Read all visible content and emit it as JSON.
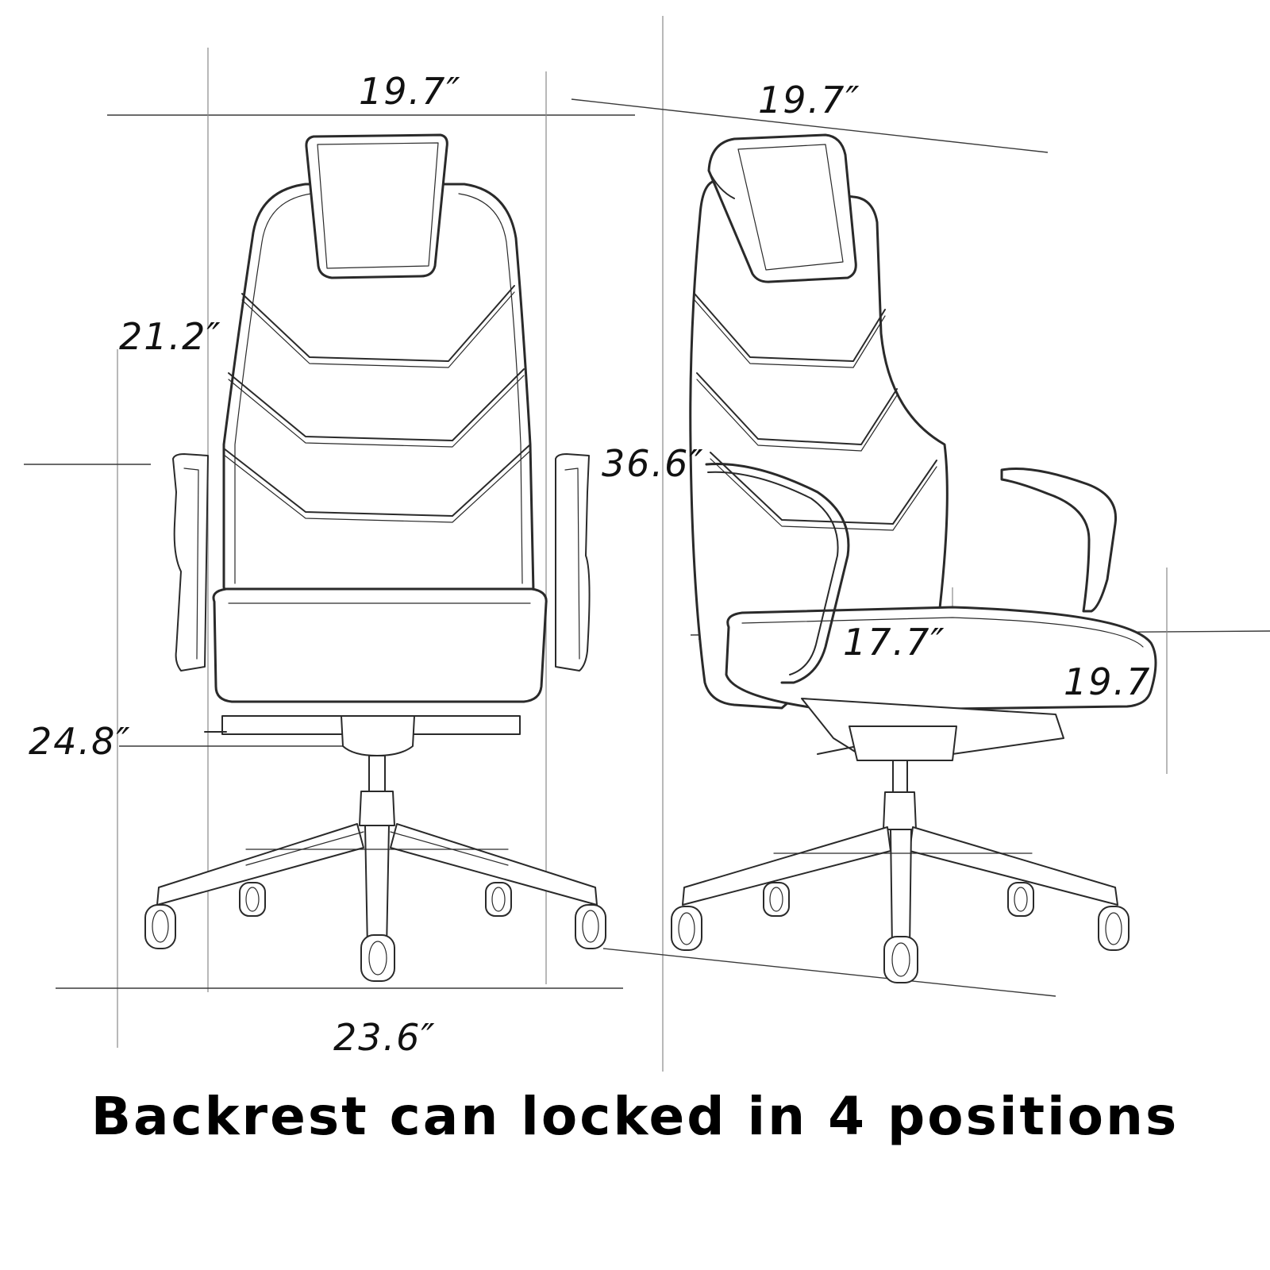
{
  "dimensions": {
    "front_width_top": "19.7″",
    "front_backrest_height": "21.2″",
    "front_seat_height": "24.8″",
    "front_base_width": "23.6″",
    "side_width_top": "19.7″",
    "side_arm_height": "36.6″",
    "side_seat_depth": "17.7″",
    "side_seat_width": "19.7"
  },
  "caption": "Backrest can locked in 4 positions"
}
